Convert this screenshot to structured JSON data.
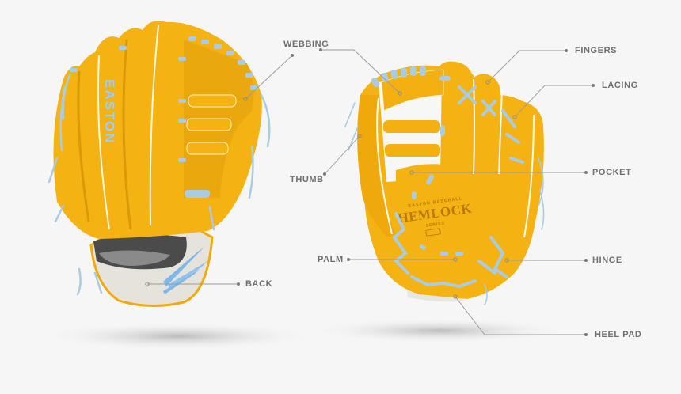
{
  "diagram": {
    "subject": "Baseball glove anatomy",
    "colors": {
      "background": "#f6f6f6",
      "leather": "#f4b312",
      "leather_shade": "#e29d0a",
      "lace": "#a9cce3",
      "heel": "#e6e3dc",
      "label_text": "#6f6f6f",
      "leader_line": "#9a9a9a"
    },
    "back_glove": {
      "brand_text": "EASTON",
      "labels": [
        {
          "id": "back",
          "text": "BACK"
        }
      ]
    },
    "palm_glove": {
      "stamp_top": "EASTON BASEBALL",
      "stamp_main": "HEMLOCK",
      "stamp_bottom": "SERIES",
      "labels": [
        {
          "id": "webbing",
          "text": "WEBBING"
        },
        {
          "id": "fingers",
          "text": "FINGERS"
        },
        {
          "id": "lacing",
          "text": "LACING"
        },
        {
          "id": "thumb",
          "text": "THUMB"
        },
        {
          "id": "pocket",
          "text": "POCKET"
        },
        {
          "id": "palm",
          "text": "PALM"
        },
        {
          "id": "hinge",
          "text": "HINGE"
        },
        {
          "id": "heel_pad",
          "text": "HEEL PAD"
        }
      ]
    }
  }
}
